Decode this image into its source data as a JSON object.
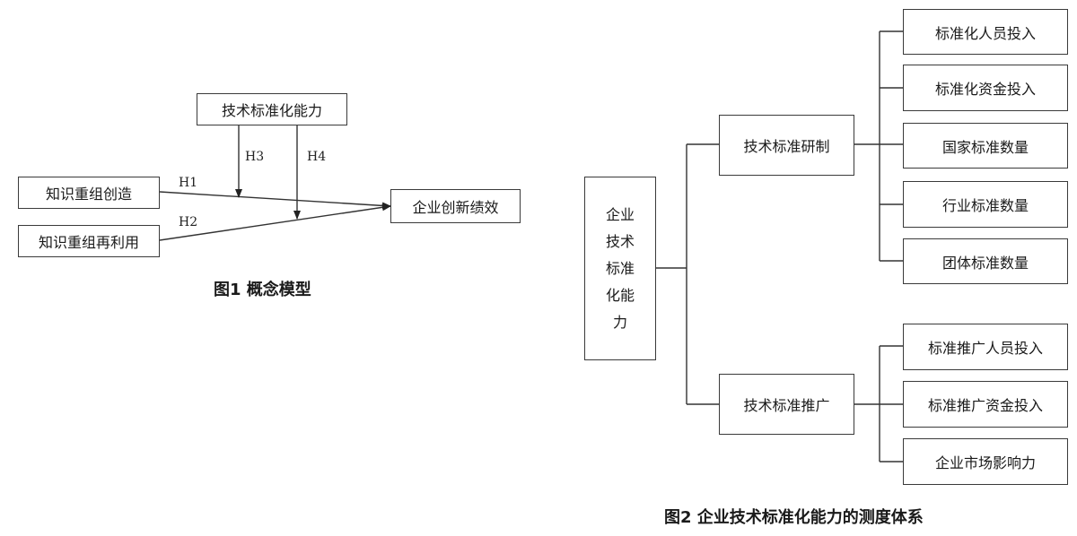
{
  "fig1": {
    "moderator": "技术标准化能力",
    "iv1": "知识重组创造",
    "iv2": "知识重组再利用",
    "dv": "企业创新绩效",
    "h1": "H1",
    "h2": "H2",
    "h3": "H3",
    "h4": "H4",
    "caption": "图1  概念模型"
  },
  "fig2": {
    "root_chars": [
      "企业",
      "技术",
      "标准",
      "化能",
      "力"
    ],
    "branch1": "技术标准研制",
    "branch2": "技术标准推广",
    "leaves1": [
      "标准化人员投入",
      "标准化资金投入",
      "国家标准数量",
      "行业标准数量",
      "团体标准数量"
    ],
    "leaves2": [
      "标准推广人员投入",
      "标准推广资金投入",
      "企业市场影响力"
    ],
    "caption": "图2  企业技术标准化能力的测度体系"
  }
}
